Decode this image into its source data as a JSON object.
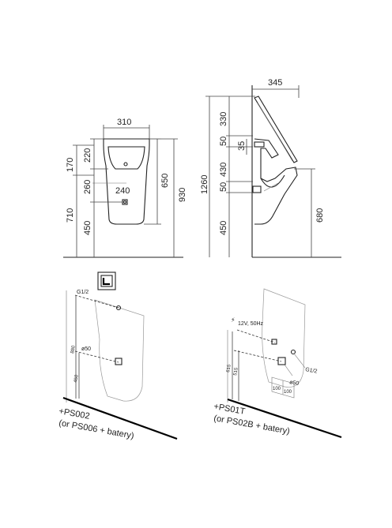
{
  "front_view": {
    "width_top": "310",
    "dim_220": "220",
    "dim_260": "260",
    "dim_240": "240",
    "dim_450": "450",
    "dim_170": "170",
    "dim_710": "710",
    "dim_650": "650",
    "dim_930": "930"
  },
  "side_view": {
    "depth_top": "345",
    "dim_330": "330",
    "dim_50_top": "50",
    "dim_35": "35",
    "dim_430": "430",
    "dim_50_bottom": "50",
    "dim_450": "450",
    "dim_1260": "1260",
    "dim_680": "680"
  },
  "install_left": {
    "thread_label": "G1/2",
    "pipe_label": "ø50",
    "dim_880": "880",
    "dim_450": "450",
    "product_line1": "+PS002",
    "product_line2": "(or PS006 + batery)"
  },
  "install_right": {
    "power_label": "12V, 50Hz",
    "thread_label": "G1/2",
    "pipe_label": "ø50",
    "dim_615": "615",
    "dim_515": "515",
    "dim_100_a": "100",
    "dim_100_b": "100",
    "product_line1": "+PS01T",
    "product_line2": "(or PS02B + batery)"
  }
}
